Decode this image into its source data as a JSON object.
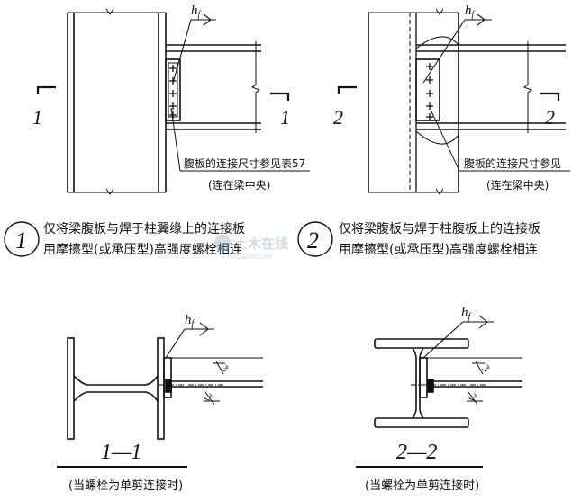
{
  "diagram1": {
    "hf": "h",
    "hf_sub": "f",
    "section_left": "1",
    "section_right": "1",
    "note": "腹板的连接尺寸参见表57",
    "note_paren": "(连在梁中央)",
    "circle_number": "1",
    "desc_line1": "仅将梁腹板与焊于柱翼缘上的连接板",
    "desc_line2": "用摩擦型(或承压型)高强度螺栓相连"
  },
  "diagram2": {
    "hf": "h",
    "hf_sub": "f",
    "section_left": "2",
    "section_right": "2",
    "note": "腹板的连接尺寸参见",
    "note_paren": "(连在梁中央)",
    "circle_number": "2",
    "desc_line1": "仅将梁腹板与焊于柱腹板上的连接板",
    "desc_line2": "用摩擦型(或承压型)高强度螺栓相连"
  },
  "section1": {
    "hf": "h",
    "hf_sub": "f",
    "tw": "t",
    "tw_sub": "w",
    "title": "1—1",
    "caption": "(当螺栓为单剪连接时)"
  },
  "section2": {
    "hf": "h",
    "hf_sub": "f",
    "tw": "t",
    "tw_sub": "w",
    "title": "2—2",
    "caption": "(当螺栓为单剪连接时)"
  },
  "watermark": {
    "text": "土木在线",
    "sub": "COI88.COM"
  }
}
